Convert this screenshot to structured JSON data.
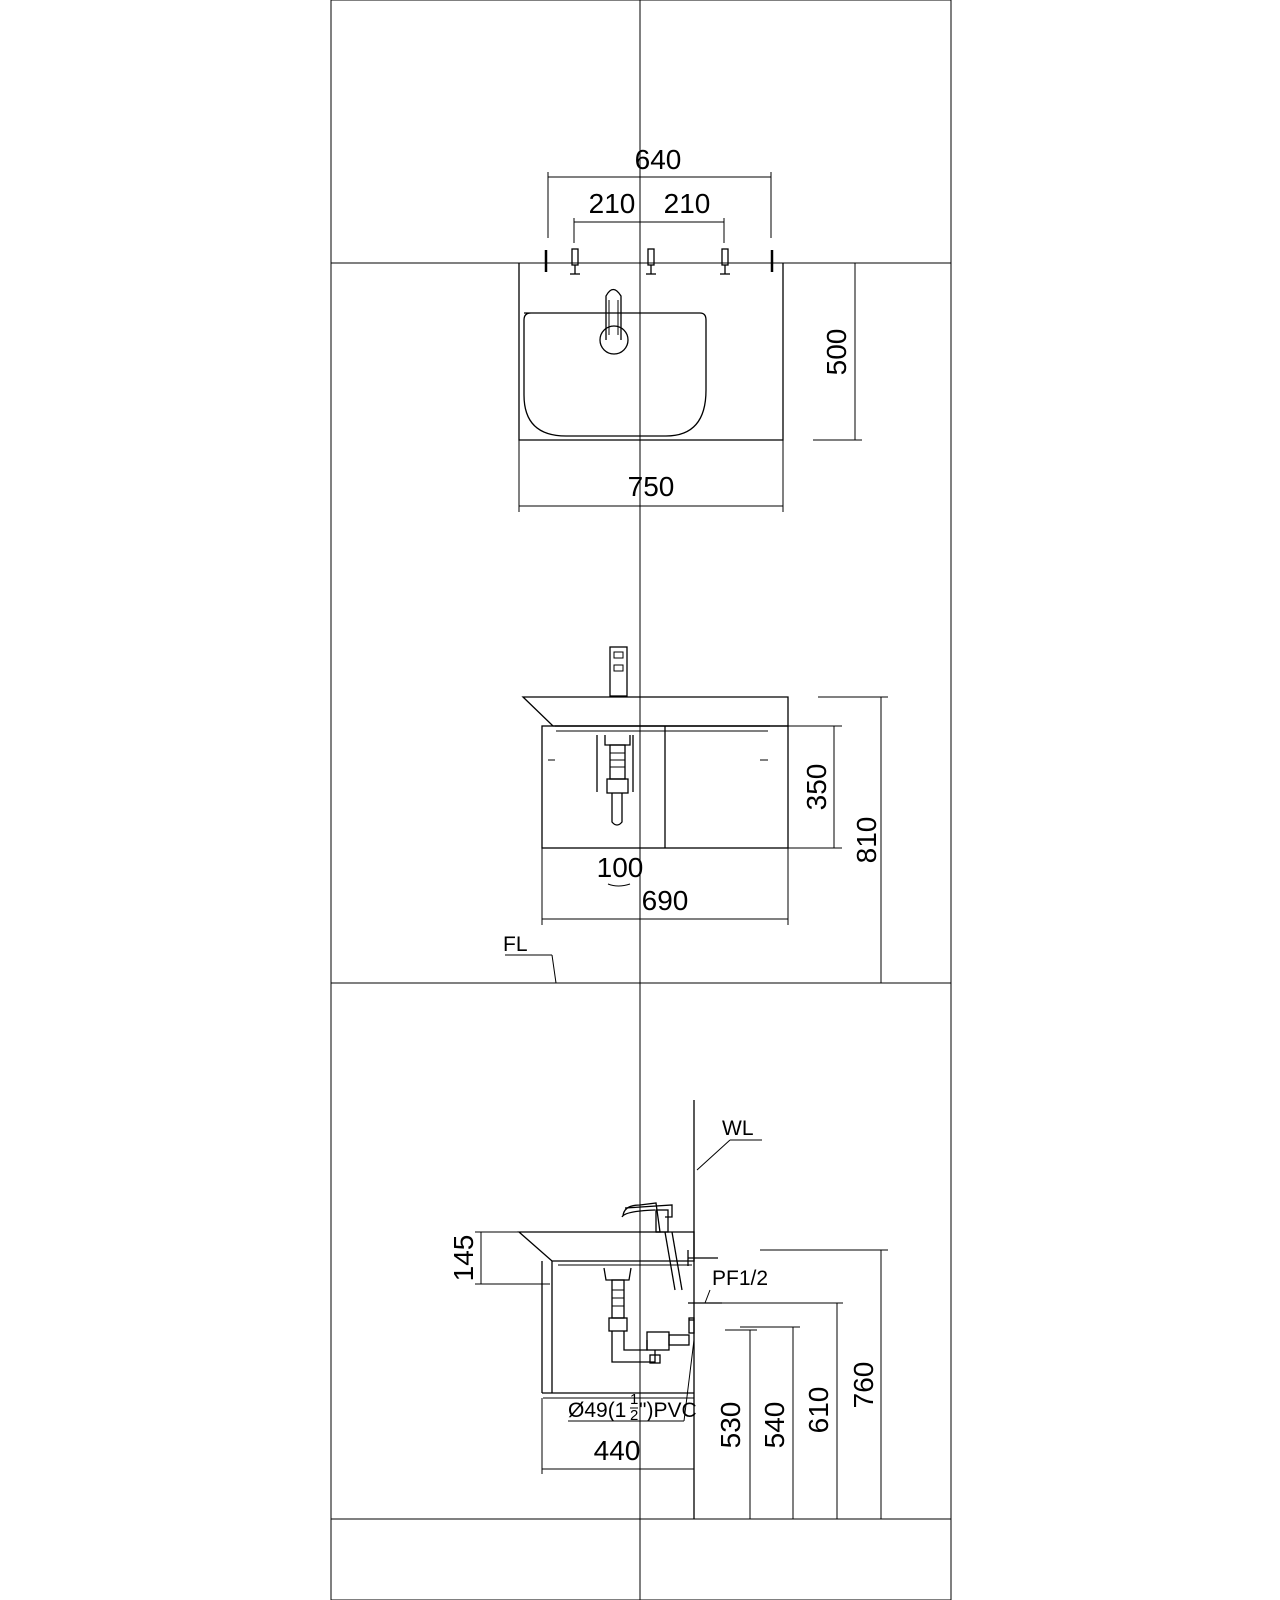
{
  "plan_view": {
    "dim_faucet_span": "640",
    "dim_left_offset": "210",
    "dim_right_offset": "210",
    "dim_depth": "500",
    "dim_width": "750"
  },
  "front_view": {
    "dim_cabinet_height": "350",
    "dim_total_height": "810",
    "dim_drain_offset": "100",
    "dim_cabinet_width": "690",
    "label_floor_level": "FL"
  },
  "side_view": {
    "label_wall_line": "WL",
    "label_supply_fitting": "PF1/2",
    "dim_basin_height": "145",
    "label_drain_pipe": "Ø49(1",
    "label_drain_pipe_frac_num": "1",
    "label_drain_pipe_frac_den": "2",
    "label_drain_pipe_suffix": "\")PVC",
    "dim_cabinet_depth": "440",
    "dim_drain_height": "530",
    "dim_trap_height": "540",
    "dim_supply_height": "610",
    "dim_rim_height": "760"
  }
}
